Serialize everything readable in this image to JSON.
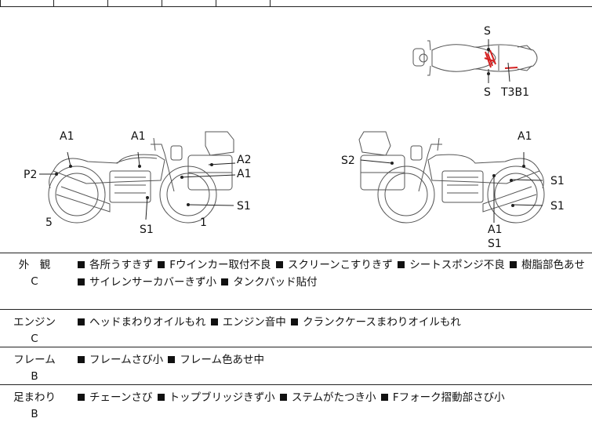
{
  "diagram": {
    "top_view": {
      "labels": [
        "S",
        "S",
        "T3B1"
      ]
    },
    "left_view": {
      "labels": [
        "A1",
        "A1",
        "A2",
        "A1",
        "P2",
        "S1",
        "S1",
        "5",
        "1"
      ]
    },
    "right_view": {
      "labels": [
        "S2",
        "A1",
        "S1",
        "S1",
        "A1",
        "S1"
      ]
    }
  },
  "rows": [
    {
      "category": "外　観",
      "grade": "C",
      "notes": [
        "各所うすきず",
        "Fウインカー取付不良",
        "スクリーンこすりきず",
        "シートスポンジ不良",
        "樹脂部色あせ",
        "サイレンサーカバーきず小",
        "タンクパッド貼付"
      ]
    },
    {
      "category": "エンジン",
      "grade": "C",
      "notes": [
        "ヘッドまわりオイルもれ",
        "エンジン音中",
        "クランクケースまわりオイルもれ"
      ]
    },
    {
      "category": "フレーム",
      "grade": "B",
      "notes": [
        "フレームさび小",
        "フレーム色あせ中"
      ]
    },
    {
      "category": "足まわり",
      "grade": "B",
      "notes": [
        "チェーンさび",
        "トップブリッジきず小",
        "ステムがたつき小",
        "Fフォーク摺動部さび小"
      ]
    }
  ],
  "colors": {
    "line": "#222222",
    "mark": "#d42020",
    "bike": "#444444"
  }
}
